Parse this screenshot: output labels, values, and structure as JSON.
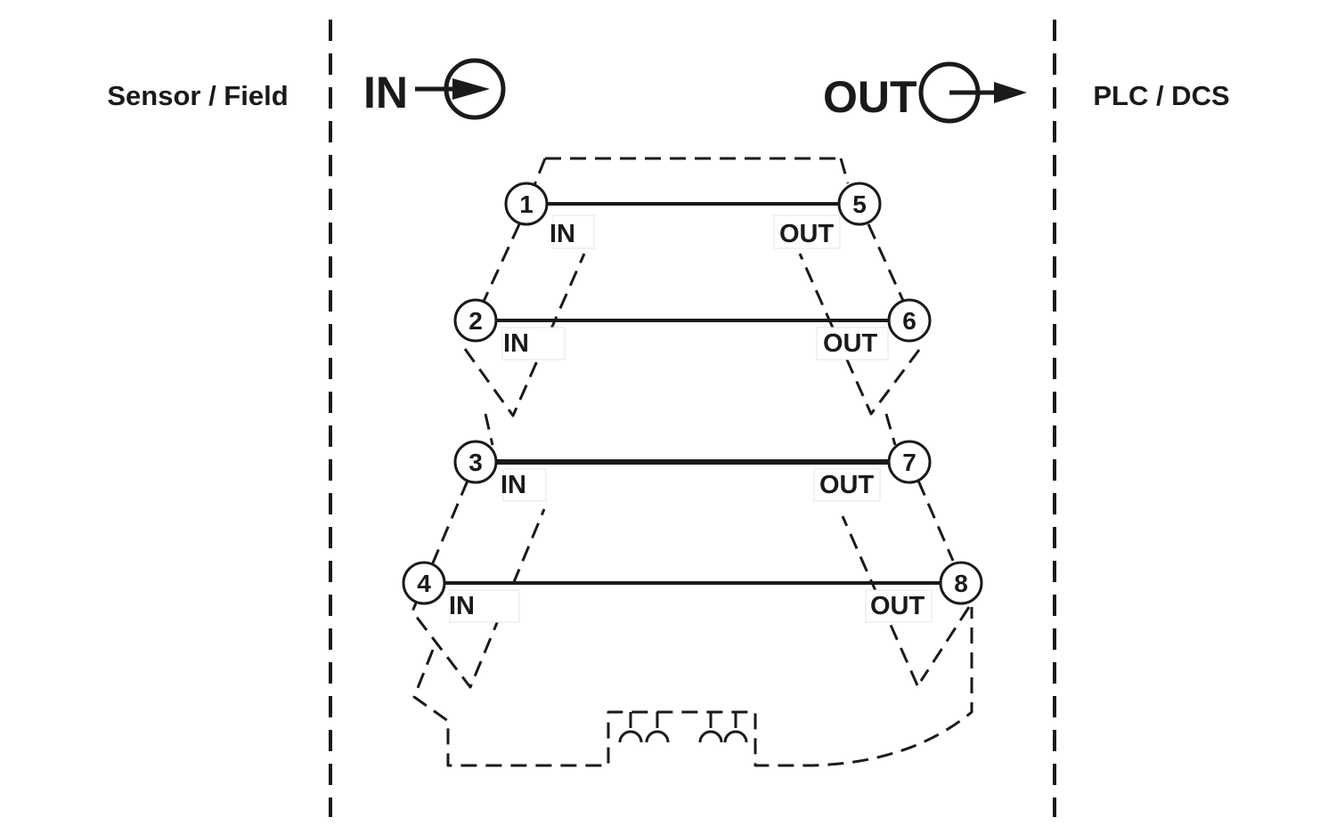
{
  "zones": {
    "left_label": "Sensor / Field",
    "right_label": "PLC / DCS"
  },
  "signals": {
    "in_label": "IN",
    "out_label": "OUT"
  },
  "terminals": [
    {
      "number": "1",
      "label": "IN"
    },
    {
      "number": "2",
      "label": "IN"
    },
    {
      "number": "3",
      "label": "IN"
    },
    {
      "number": "4",
      "label": "IN"
    },
    {
      "number": "5",
      "label": "OUT"
    },
    {
      "number": "6",
      "label": "OUT"
    },
    {
      "number": "7",
      "label": "OUT"
    },
    {
      "number": "8",
      "label": "OUT"
    }
  ],
  "colors": {
    "line": "#1a1a1a",
    "background": "#ffffff"
  }
}
